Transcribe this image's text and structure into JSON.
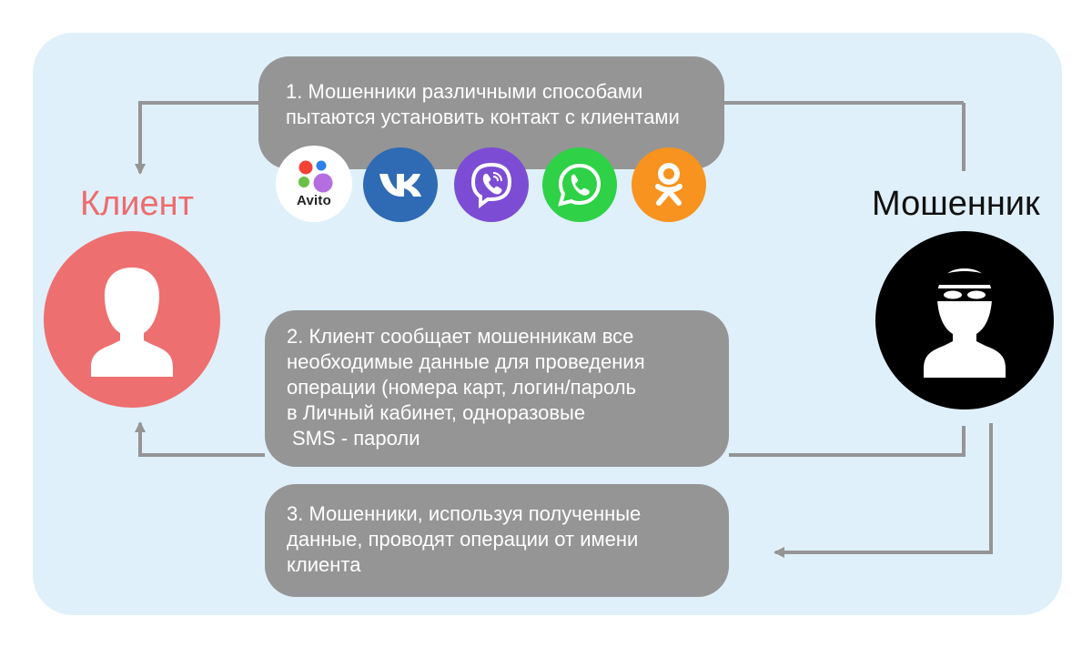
{
  "actors": {
    "client": {
      "label": "Клиент",
      "color": "#ee6b6e"
    },
    "fraudster": {
      "label": "Мошенник",
      "color": "#000000"
    }
  },
  "steps": [
    {
      "lines": [
        "1. Мошенники различными способами",
        "пытаются установить контакт с клиентами"
      ]
    },
    {
      "lines": [
        "2. Клиент сообщает мошенникам все",
        "необходимые данные для проведения",
        "операции (номера карт, логин/пароль",
        "в Личный кабинет, одноразовые",
        "SMS - пароли"
      ]
    },
    {
      "lines": [
        "3. Мошенники, используя полученные",
        "данные, проводят операции от имени",
        "клиента"
      ]
    }
  ],
  "channels": {
    "avito": {
      "icon": "avito-logo-icon",
      "text": "Avito",
      "color": "#ffffff"
    },
    "vk": {
      "icon": "vk-logo-icon",
      "color": "#2f6bb4"
    },
    "viber": {
      "icon": "viber-logo-icon",
      "color": "#7d4cd4"
    },
    "whatsapp": {
      "icon": "whatsapp-logo-icon",
      "color": "#2fd147"
    },
    "ok": {
      "icon": "odnoklassniki-logo-icon",
      "color": "#f7931e"
    }
  },
  "colors": {
    "panel": "#dff0fa",
    "box": "#959595",
    "arrow": "#959595"
  }
}
